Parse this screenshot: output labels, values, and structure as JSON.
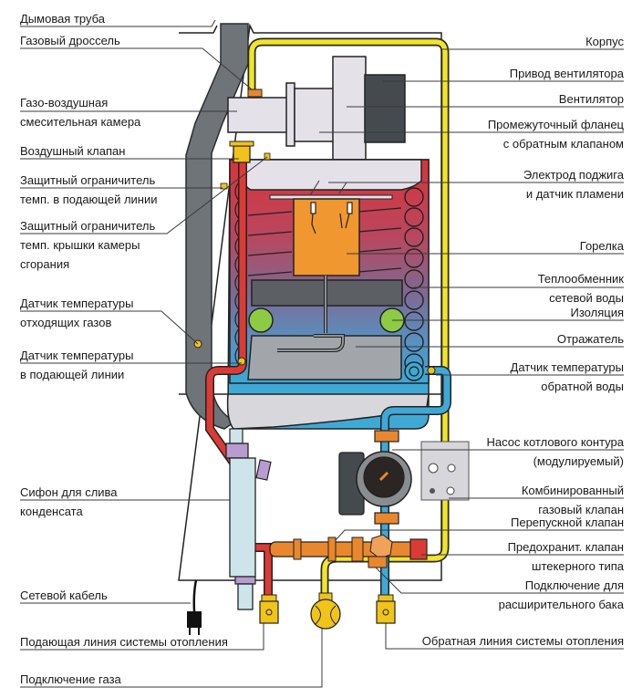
{
  "title": "Схема газового конденсационного котла",
  "colors": {
    "flue": "#6f7479",
    "supply": "#dc3b35",
    "return": "#3fa9d6",
    "gas": "#f2e526",
    "fitting": "#f0c419",
    "brass": "#e9872e",
    "body_gray": "#e4e2e8",
    "dark": "#3d4043",
    "insulation": "#8dcb45",
    "siphon": "#cde4ea",
    "siphon_cap": "#b89bd0",
    "leader": "#3a3a3a"
  },
  "labels_left": [
    {
      "id": "flue-pipe",
      "lines": [
        "Дымовая труба"
      ]
    },
    {
      "id": "gas-throttle",
      "lines": [
        "Газовый дроссель"
      ]
    },
    {
      "id": "gas-air-mixing-chamber",
      "lines": [
        "Газо-воздушная",
        "смесительная  камера"
      ]
    },
    {
      "id": "air-valve",
      "lines": [
        "Воздушный клапан"
      ]
    },
    {
      "id": "supply-temp-limiter",
      "lines": [
        "Защитный  ограничитель",
        "темп.  в подающей  линии"
      ]
    },
    {
      "id": "chamber-lid-temp-limiter",
      "lines": [
        "Защитный  ограничитель",
        "темп.  крышки  камеры",
        "сгорания"
      ]
    },
    {
      "id": "flue-gas-temp-sensor",
      "lines": [
        "Датчик  температуры",
        "отходящих газов"
      ]
    },
    {
      "id": "supply-temp-sensor",
      "lines": [
        "Датчик  температуры",
        "в подающей  линии"
      ]
    },
    {
      "id": "condensate-siphon",
      "lines": [
        "Сифон для слива",
        "конденсата"
      ]
    },
    {
      "id": "power-cable",
      "lines": [
        "Сетевой  кабель"
      ]
    },
    {
      "id": "heating-supply-line",
      "lines": [
        "Подающая  линия  системы  отопления"
      ]
    },
    {
      "id": "gas-connection",
      "lines": [
        "Подключение газа"
      ]
    }
  ],
  "labels_right": [
    {
      "id": "casing",
      "lines": [
        "Корпус"
      ]
    },
    {
      "id": "fan-drive",
      "lines": [
        "Привод  вентилятора"
      ]
    },
    {
      "id": "fan",
      "lines": [
        "Вентилятор"
      ]
    },
    {
      "id": "intermediate-flange",
      "lines": [
        "Промежуточный  фланец",
        "с обратным клапаном"
      ]
    },
    {
      "id": "ignition-electrode",
      "lines": [
        "Электрод  поджига",
        "и  датчик  пламени"
      ]
    },
    {
      "id": "burner",
      "lines": [
        "Горелка"
      ]
    },
    {
      "id": "heat-exchanger",
      "lines": [
        "Теплообменник",
        "сетевой  воды"
      ]
    },
    {
      "id": "insulation",
      "lines": [
        "Изоляция"
      ]
    },
    {
      "id": "reflector",
      "lines": [
        "Отражатель"
      ]
    },
    {
      "id": "return-temp-sensor",
      "lines": [
        "Датчик  температуры",
        "обратной  воды"
      ]
    },
    {
      "id": "boiler-pump",
      "lines": [
        "Насос котлового контура",
        "(модулируемый)"
      ]
    },
    {
      "id": "combined-gas-valve",
      "lines": [
        "Комбинированный",
        "газовый  клапан"
      ]
    },
    {
      "id": "bypass-valve",
      "lines": [
        "Перепускной  клапан"
      ]
    },
    {
      "id": "safety-valve",
      "lines": [
        "Предохранит.  клапан",
        "штекерного  типа"
      ]
    },
    {
      "id": "expansion-tank-connection",
      "lines": [
        "Подключение для",
        "расширительного  бака"
      ]
    },
    {
      "id": "heating-return-line",
      "lines": [
        "Обратная  линия  системы  отопления"
      ]
    }
  ]
}
